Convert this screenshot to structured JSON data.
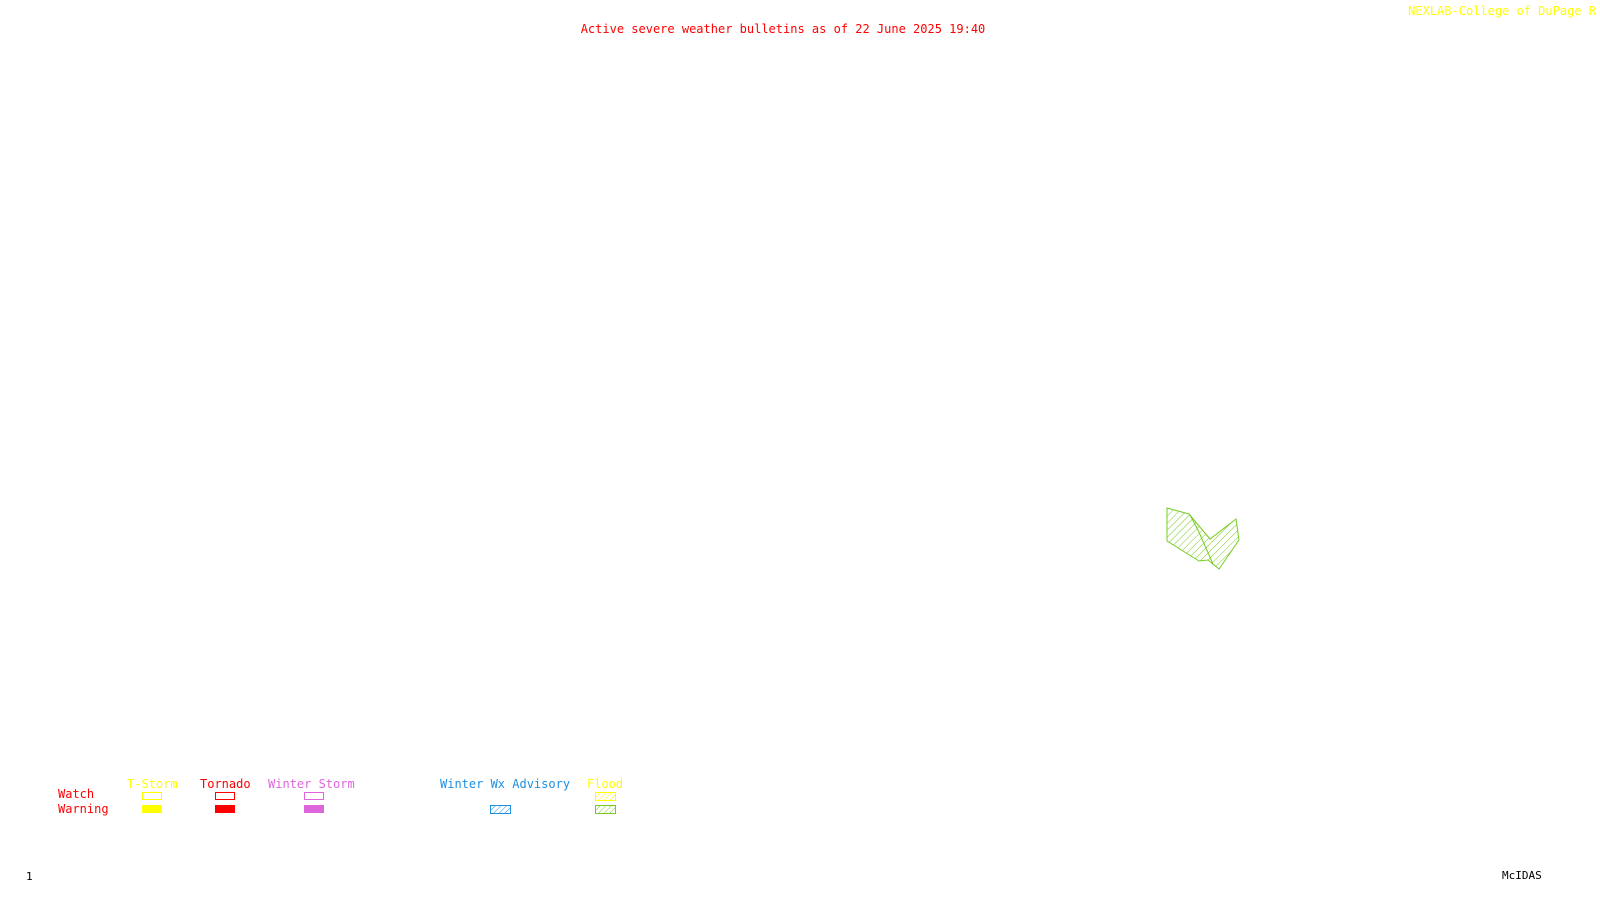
{
  "title": "Active severe weather bulletins as of 22 June 2025 19:40",
  "credit": "NEXLAB-College of DuPage",
  "credit_mark": "R",
  "legend": {
    "rows": {
      "watch": "Watch",
      "warning": "Warning"
    },
    "categories": [
      {
        "key": "tstorm",
        "label": "T-Storm",
        "color": "#ffff00",
        "watch": "outline",
        "warning": "solid"
      },
      {
        "key": "tornado",
        "label": "Tornado",
        "color": "#ff0000",
        "watch": "outline",
        "warning": "solid"
      },
      {
        "key": "winter_storm",
        "label": "Winter Storm",
        "color": "#dd66dd",
        "watch": "outline",
        "warning": "solid"
      },
      {
        "key": "winter_wx_advisory",
        "label": "Winter Wx Advisory",
        "color": "#1e90e0",
        "watch": "none",
        "warning": "hatched"
      },
      {
        "key": "flood",
        "label": "Flood",
        "color": "#ffff00",
        "watch_color": "#ffff00",
        "warning_color": "#77cc22",
        "watch": "hatched",
        "warning": "hatched"
      }
    ]
  },
  "active_bulletins": [
    {
      "type": "flood-warning",
      "color": "#77cc22"
    }
  ],
  "footer": {
    "page": "1",
    "brand": "McIDAS"
  },
  "colors": {
    "title": "#ff0000",
    "credit": "#ffff00",
    "row_labels": "#ff0000",
    "footer": "#000000"
  }
}
